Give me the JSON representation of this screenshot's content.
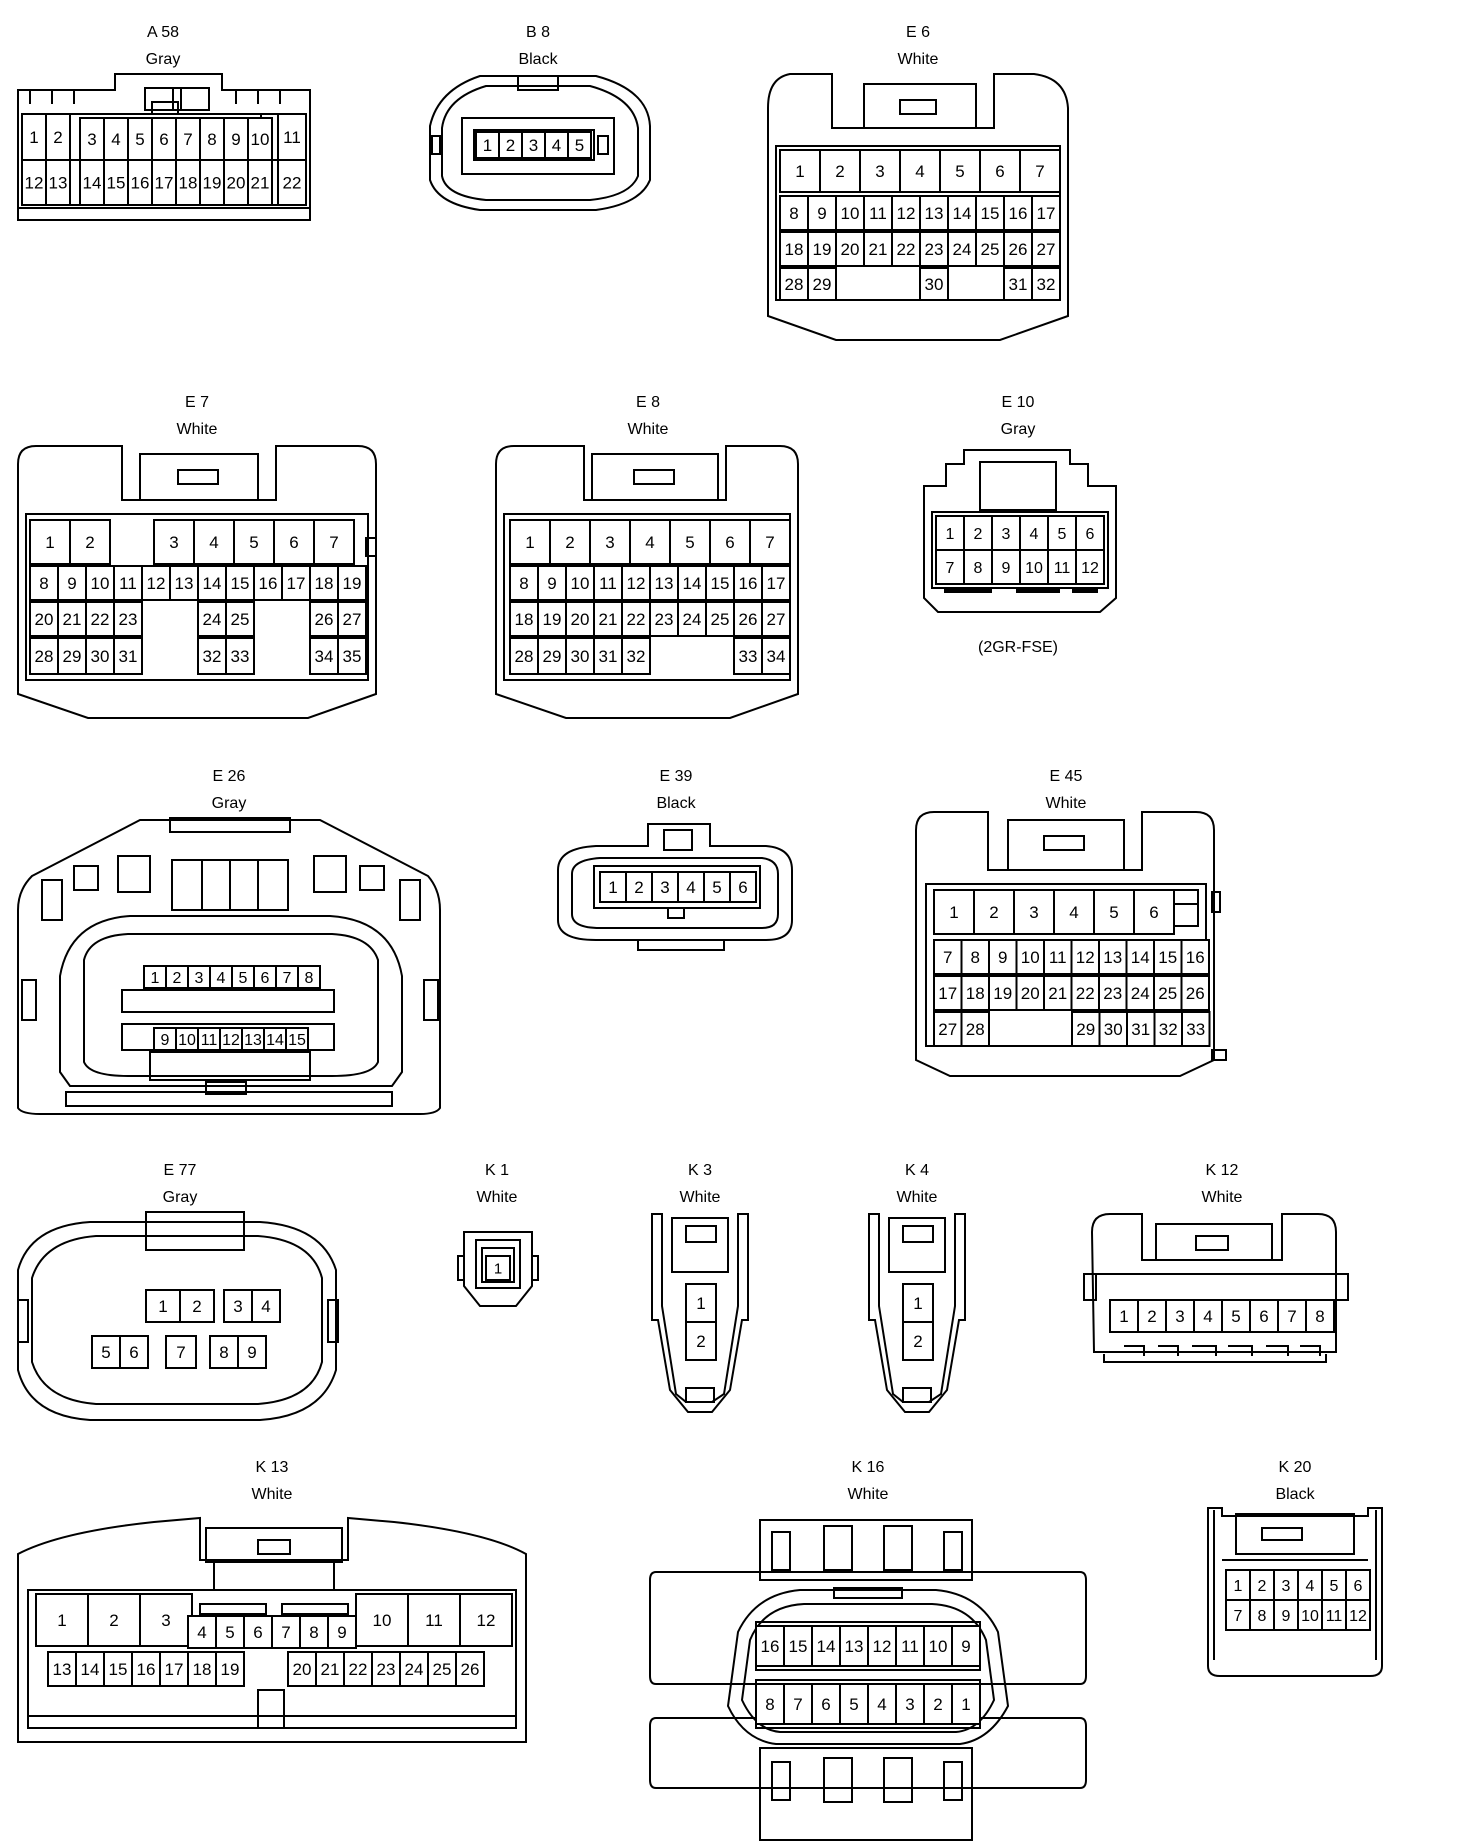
{
  "connectors": [
    {
      "id": "A58",
      "code": "A 58",
      "color": "Gray",
      "pins": [
        "1",
        "2",
        "3",
        "4",
        "5",
        "6",
        "7",
        "8",
        "9",
        "10",
        "11",
        "12",
        "13",
        "14",
        "15",
        "16",
        "17",
        "18",
        "19",
        "20",
        "21",
        "22"
      ]
    },
    {
      "id": "B8",
      "code": "B 8",
      "color": "Black",
      "pins": [
        "1",
        "2",
        "3",
        "4",
        "5"
      ]
    },
    {
      "id": "E6",
      "code": "E 6",
      "color": "White",
      "pins": [
        "1",
        "2",
        "3",
        "4",
        "5",
        "6",
        "7",
        "8",
        "9",
        "10",
        "11",
        "12",
        "13",
        "14",
        "15",
        "16",
        "17",
        "18",
        "19",
        "20",
        "21",
        "22",
        "23",
        "24",
        "25",
        "26",
        "27",
        "28",
        "29",
        "30",
        "31",
        "32"
      ]
    },
    {
      "id": "E7",
      "code": "E 7",
      "color": "White",
      "pins": [
        "1",
        "2",
        "3",
        "4",
        "5",
        "6",
        "7",
        "8",
        "9",
        "10",
        "11",
        "12",
        "13",
        "14",
        "15",
        "16",
        "17",
        "18",
        "19",
        "20",
        "21",
        "22",
        "23",
        "24",
        "25",
        "26",
        "27",
        "28",
        "29",
        "30",
        "31",
        "32",
        "33",
        "34",
        "35"
      ]
    },
    {
      "id": "E8",
      "code": "E 8",
      "color": "White",
      "pins": [
        "1",
        "2",
        "3",
        "4",
        "5",
        "6",
        "7",
        "8",
        "9",
        "10",
        "11",
        "12",
        "13",
        "14",
        "15",
        "16",
        "17",
        "18",
        "19",
        "20",
        "21",
        "22",
        "23",
        "24",
        "25",
        "26",
        "27",
        "28",
        "29",
        "30",
        "31",
        "32",
        "33",
        "34"
      ]
    },
    {
      "id": "E10",
      "code": "E 10",
      "color": "Gray",
      "note": "(2GR-FSE)",
      "pins": [
        "1",
        "2",
        "3",
        "4",
        "5",
        "6",
        "7",
        "8",
        "9",
        "10",
        "11",
        "12"
      ]
    },
    {
      "id": "E26",
      "code": "E 26",
      "color": "Gray",
      "pins": [
        "1",
        "2",
        "3",
        "4",
        "5",
        "6",
        "7",
        "8",
        "9",
        "10",
        "11",
        "12",
        "13",
        "14",
        "15"
      ]
    },
    {
      "id": "E39",
      "code": "E 39",
      "color": "Black",
      "pins": [
        "1",
        "2",
        "3",
        "4",
        "5",
        "6"
      ]
    },
    {
      "id": "E45",
      "code": "E 45",
      "color": "White",
      "pins": [
        "1",
        "2",
        "3",
        "4",
        "5",
        "6",
        "7",
        "8",
        "9",
        "10",
        "11",
        "12",
        "13",
        "14",
        "15",
        "16",
        "17",
        "18",
        "19",
        "20",
        "21",
        "22",
        "23",
        "24",
        "25",
        "26",
        "27",
        "28",
        "29",
        "30",
        "31",
        "32",
        "33"
      ]
    },
    {
      "id": "E77",
      "code": "E 77",
      "color": "Gray",
      "pins": [
        "1",
        "2",
        "3",
        "4",
        "5",
        "6",
        "7",
        "8",
        "9"
      ]
    },
    {
      "id": "K1",
      "code": "K 1",
      "color": "White",
      "pins": [
        "1"
      ]
    },
    {
      "id": "K3",
      "code": "K 3",
      "color": "White",
      "pins": [
        "1",
        "2"
      ]
    },
    {
      "id": "K4",
      "code": "K 4",
      "color": "White",
      "pins": [
        "1",
        "2"
      ]
    },
    {
      "id": "K12",
      "code": "K 12",
      "color": "White",
      "pins": [
        "1",
        "2",
        "3",
        "4",
        "5",
        "6",
        "7",
        "8"
      ]
    },
    {
      "id": "K13",
      "code": "K 13",
      "color": "White",
      "pins": [
        "1",
        "2",
        "3",
        "4",
        "5",
        "6",
        "7",
        "8",
        "9",
        "10",
        "11",
        "12",
        "13",
        "14",
        "15",
        "16",
        "17",
        "18",
        "19",
        "20",
        "21",
        "22",
        "23",
        "24",
        "25",
        "26"
      ]
    },
    {
      "id": "K16",
      "code": "K 16",
      "color": "White",
      "pins": [
        "1",
        "2",
        "3",
        "4",
        "5",
        "6",
        "7",
        "8",
        "9",
        "10",
        "11",
        "12",
        "13",
        "14",
        "15",
        "16"
      ]
    },
    {
      "id": "K20",
      "code": "K 20",
      "color": "Black",
      "pins": [
        "1",
        "2",
        "3",
        "4",
        "5",
        "6",
        "7",
        "8",
        "9",
        "10",
        "11",
        "12"
      ]
    }
  ]
}
